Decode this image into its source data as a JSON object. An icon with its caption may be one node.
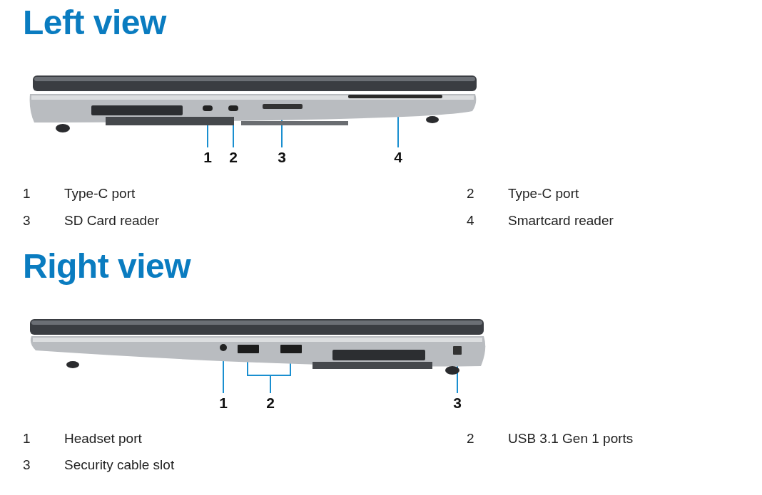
{
  "diagram": {
    "nodes": [
      {
        "text": [],
        "shape": "picture"
      },
      {
        "text": [
          "1"
        ]
      },
      {
        "text": [
          "2"
        ]
      },
      {
        "text": [
          "3"
        ]
      },
      {
        "text": [
          "4"
        ]
      },
      {
        "text": [],
        "shape": "picture"
      },
      {
        "text": [
          "1"
        ]
      },
      {
        "text": [
          "2"
        ]
      },
      {
        "text": [
          "3"
        ]
      }
    ],
    "edges": [
      {
        "from": 1,
        "to": 0,
        "arrow": "none"
      },
      {
        "from": 2,
        "to": 0,
        "arrow": "none"
      },
      {
        "from": 3,
        "to": 0,
        "arrow": "none"
      },
      {
        "from": 4,
        "to": 0,
        "arrow": "none"
      },
      {
        "from": 6,
        "to": 5,
        "arrow": "none"
      },
      {
        "from": 7,
        "to": 5,
        "arrow": "none"
      },
      {
        "from": 7,
        "to": 5,
        "arrow": "none"
      },
      {
        "from": 8,
        "to": 5,
        "arrow": "none"
      }
    ],
    "labels": [
      "Left view",
      "1",
      "Type-C port",
      "2",
      "Type-C port",
      "3",
      "SD Card reader",
      "4",
      "Smartcard reader",
      "Right view",
      "1",
      "Headset port",
      "2",
      "USB 3.1 Gen 1 ports",
      "3",
      "Security cable slot"
    ]
  }
}
